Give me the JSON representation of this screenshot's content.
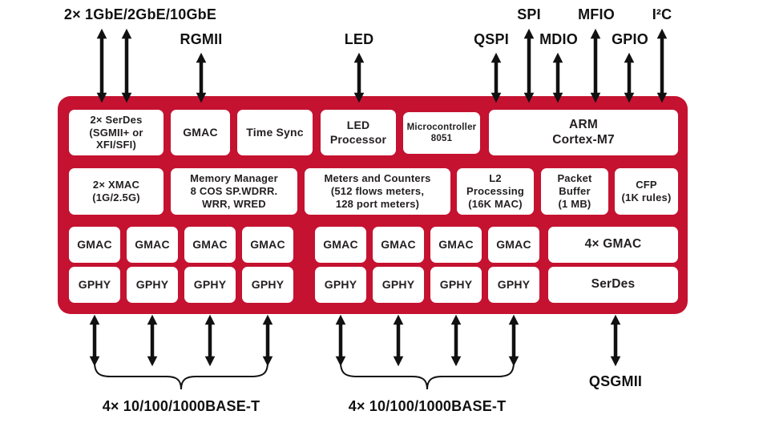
{
  "colors": {
    "chip_red": "#C41230",
    "block_bg": "#FFFFFF",
    "text_dark": "#231F20",
    "arrow_black": "#111111"
  },
  "top_ports": {
    "multi_gbe": "2× 1GbE/2GbE/10GbE",
    "rgmii": "RGMII",
    "led": "LED",
    "qspi": "QSPI",
    "spi": "SPI",
    "mdio": "MDIO",
    "mfio": "MFIO",
    "gpio": "GPIO",
    "i2c": "I²C"
  },
  "bottom_ports": {
    "baset_left": "4× 10/100/1000BASE-T",
    "baset_right": "4× 10/100/1000BASE-T",
    "qsgmii": "QSGMII"
  },
  "blocks": {
    "serdes_top": "2× SerDes\n(SGMII+ or\nXFI/SFI)",
    "gmac_top": "GMAC",
    "time_sync": "Time Sync",
    "led_processor": "LED\nProcessor",
    "microcontroller": "Microcontroller\n8051",
    "arm": "ARM\nCortex-M7",
    "xmac": "2× XMAC\n(1G/2.5G)",
    "memory_manager": "Memory Manager\n8 COS SP.WDRR.\nWRR, WRED",
    "meters": "Meters and Counters\n(512 flows meters,\n128 port meters)",
    "l2": "L2\nProcessing\n(16K MAC)",
    "packet_buffer": "Packet\nBuffer\n(1 MB)",
    "cfp": "CFP\n(1K rules)",
    "gmac": "GMAC",
    "gmac4": "4× GMAC",
    "gphy": "GPHY",
    "serdes_bottom": "SerDes"
  }
}
